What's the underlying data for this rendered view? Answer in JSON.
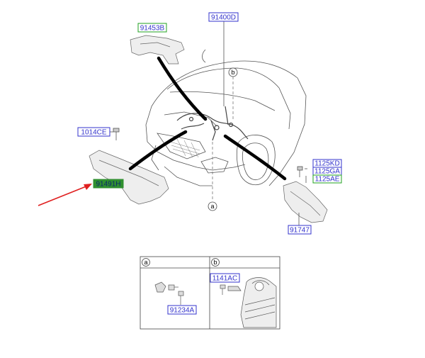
{
  "parts": {
    "part_91453B": "91453B",
    "part_91400D": "91400D",
    "part_1014CE": "1014CE",
    "part_91491H": "91491H",
    "part_1125KD": "1125KD",
    "part_1125GA": "1125GA",
    "part_1125AE": "1125AE",
    "part_91747": "91747"
  },
  "detail": {
    "a_marker": "a",
    "b_marker": "b",
    "part_91234A": "91234A",
    "part_1141AC": "1141AC"
  },
  "callouts": {
    "a_marker": "a",
    "b_marker": "b"
  },
  "colors": {
    "part_label_blue": "#3333cc",
    "part_label_green": "#22a022",
    "highlight_fill": "#2f8f2f",
    "arrow_red": "#e02020",
    "line_art": "#555555"
  }
}
